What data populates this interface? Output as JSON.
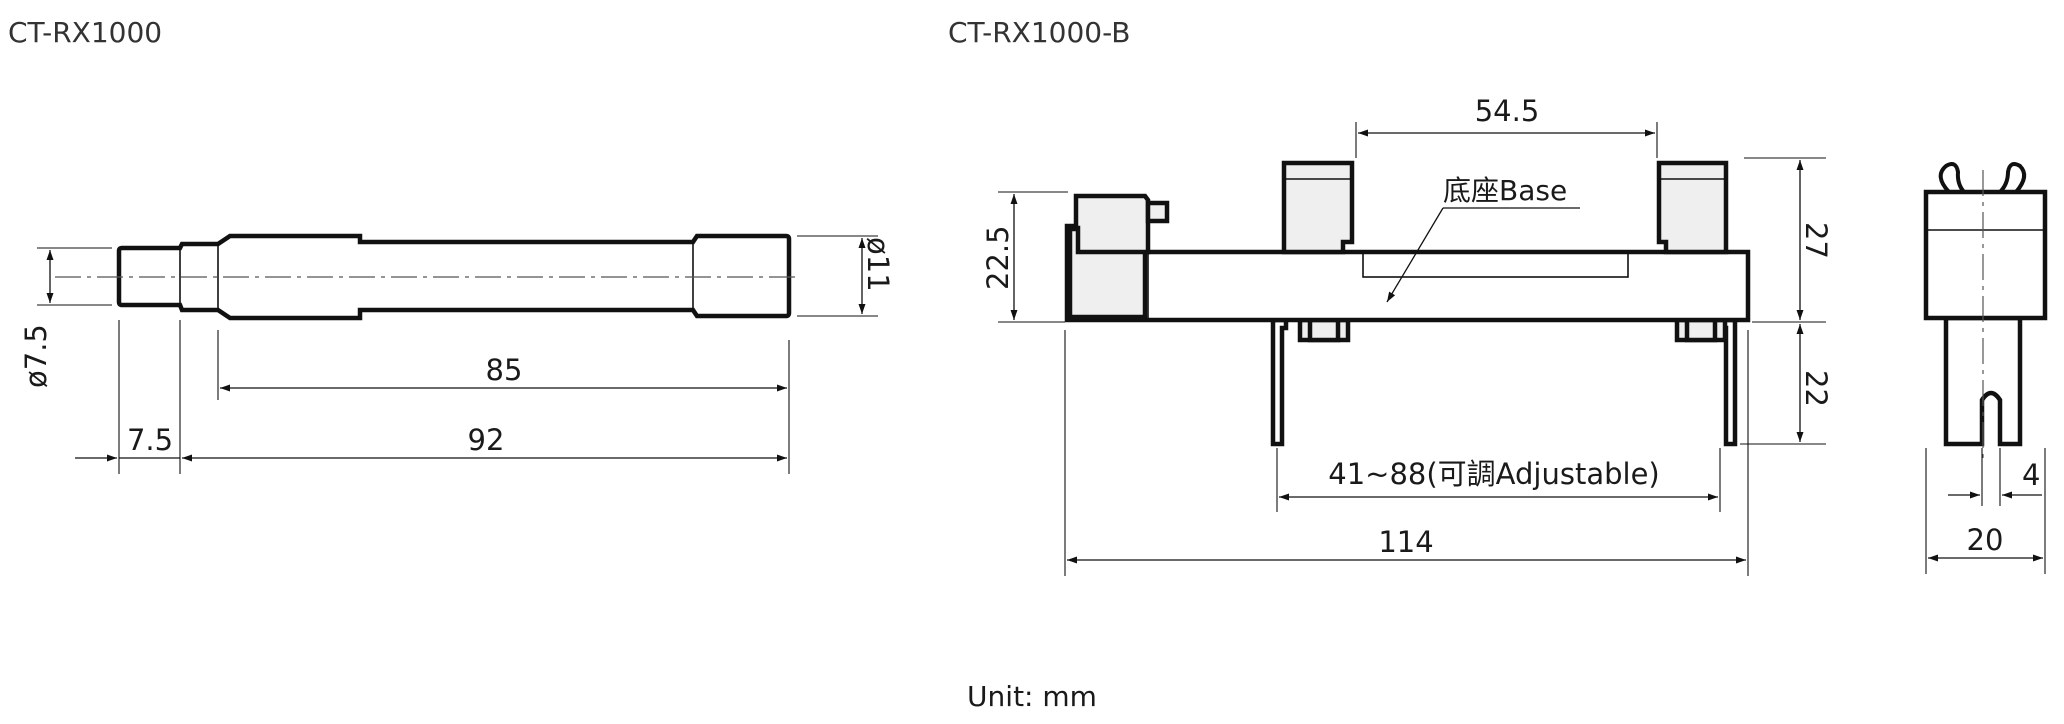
{
  "titles": {
    "left": "CT-RX1000",
    "right": "CT-RX1000-B"
  },
  "footer": {
    "unit": "Unit: mm"
  },
  "dimensions": {
    "dia_7_5": "ø7.5",
    "dia_11": "ø11",
    "len_85": "85",
    "len_92": "92",
    "len_7_5": "7.5",
    "len_54_5": "54.5",
    "h_22_5": "22.5",
    "h_27": "27",
    "h_22": "22",
    "adj": "41~88(可調Adjustable)",
    "len_114": "114",
    "w_4": "4",
    "w_20": "20"
  },
  "callouts": {
    "base": "底座Base"
  }
}
